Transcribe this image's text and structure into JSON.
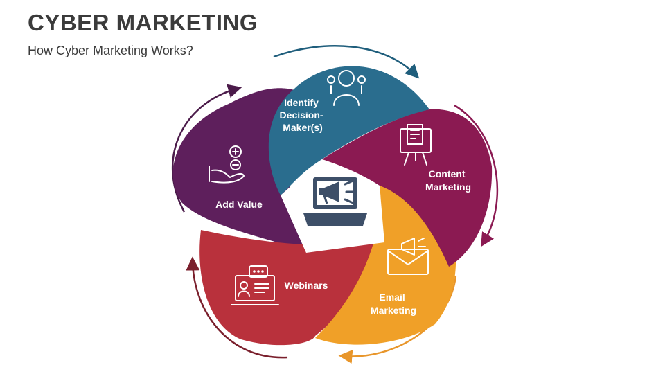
{
  "header": {
    "title": "CYBER MARKETING",
    "subtitle": "How Cyber Marketing Works?"
  },
  "center": {
    "icon": "laptop-megaphone-icon"
  },
  "segments": [
    {
      "label_lines": [
        "Identify",
        "Decision-",
        "Maker(s)"
      ],
      "color": "#2a6d8e",
      "icon": "decision-maker-icon"
    },
    {
      "label_lines": [
        "Content",
        "Marketing"
      ],
      "color": "#8b1a52",
      "icon": "content-board-icon"
    },
    {
      "label_lines": [
        "Email",
        "Marketing"
      ],
      "color": "#f0a028",
      "icon": "email-megaphone-icon"
    },
    {
      "label_lines": [
        "Webinars"
      ],
      "color": "#b9313c",
      "icon": "webinar-icon"
    },
    {
      "label_lines": [
        "Add Value"
      ],
      "color": "#5e1f5c",
      "icon": "add-value-hand-icon"
    }
  ],
  "arrow_colors": [
    "#1f5e7c",
    "#8b1a52",
    "#e8962b",
    "#7a1f2c",
    "#4b1b4a"
  ]
}
